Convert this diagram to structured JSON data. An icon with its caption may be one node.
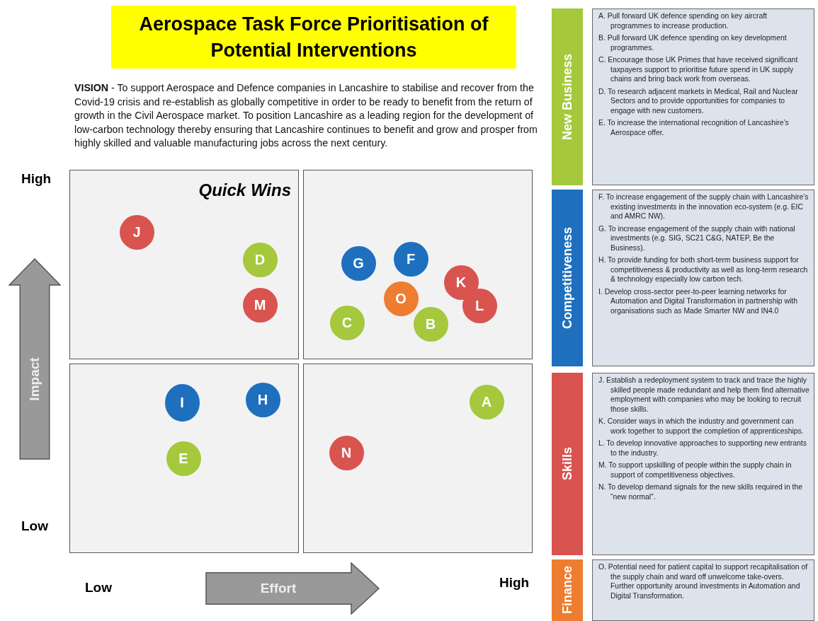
{
  "diagram": {
    "title": "Aerospace Task Force Prioritisation of Potential Interventions",
    "nodes": [
      {
        "text": [
          "Quick Wins"
        ]
      },
      {
        "text": [],
        "shape": "box"
      },
      {
        "text": [],
        "shape": "box"
      },
      {
        "text": [],
        "shape": "box"
      },
      {
        "text": [
          "J"
        ],
        "in": 0
      },
      {
        "text": [
          "D"
        ],
        "in": 0
      },
      {
        "text": [
          "M"
        ],
        "in": 0
      },
      {
        "text": [
          "G"
        ],
        "in": 1
      },
      {
        "text": [
          "F"
        ],
        "in": 1
      },
      {
        "text": [
          "K"
        ],
        "in": 1
      },
      {
        "text": [
          "O"
        ],
        "in": 1
      },
      {
        "text": [
          "L"
        ],
        "in": 1
      },
      {
        "text": [
          "C"
        ],
        "in": 1
      },
      {
        "text": [
          "B"
        ],
        "in": 1
      },
      {
        "text": [
          "I"
        ],
        "in": 2
      },
      {
        "text": [
          "H"
        ],
        "in": 2
      },
      {
        "text": [
          "E"
        ],
        "in": 2
      },
      {
        "text": [
          "A"
        ],
        "in": 3
      },
      {
        "text": [
          "N"
        ],
        "in": 3
      },
      {
        "text": [
          "New Business"
        ]
      },
      {
        "text": [
          "A. Pull forward UK defence spending on key aircraft programmes to increase production.",
          "B. Pull forward UK defence spending on key development programmes.",
          "C. Encourage those UK Primes that have received significant taxpayers support to prioritise future spend in UK supply chains and bring back work from overseas.",
          "D. To research adjacent markets in Medical, Rail and Nuclear Sectors and to provide opportunities for companies to engage with new customers.",
          "E. To increase the international recognition of Lancashire’s Aerospace offer."
        ]
      },
      {
        "text": [
          "Competitiveness"
        ]
      },
      {
        "text": [
          "F. To increase engagement of the supply chain with Lancashire’s existing investments in the innovation eco-system (e.g. EIC and AMRC NW).",
          "G. To increase engagement of the supply chain with national investments (e.g. SIG, SC21 C&G, NATEP, Be the Business).",
          "H. To provide funding for both short-term business support for competitiveness & productivity as well as long-term research & technology especially low carbon tech.",
          "I. Develop cross-sector peer-to-peer learning networks for Automation and Digital Transformation in partnership with organisations such as Made Smarter NW and IN4.0"
        ]
      },
      {
        "text": [
          "Skills"
        ]
      },
      {
        "text": [
          "J. Establish a redeployment system to track and trace the highly skilled people made redundant and help them find alternative employment with companies who may be looking to recruit those skills.",
          "K. Consider ways in which the industry and government can work together to support the completion of apprenticeships.",
          "L. To develop innovative approaches to supporting new entrants to the industry.",
          "M. To support upskilling of people within the supply chain in support of competitiveness objectives.",
          "N. To develop demand signals for the new skills required in the “new normal”."
        ]
      },
      {
        "text": [
          "Finance"
        ]
      },
      {
        "text": [
          "O. Potential need for patient capital to support recapitalisation of the supply chain and ward off unwelcome take-overs. Further opportunity around investments in Automation and Digital Transformation."
        ]
      }
    ],
    "labels": [
      "**VISION** - To support Aerospace and Defence companies in Lancashire to stabilise and recover from the Covid-19 crisis and re-establish as globally competitive in order to be ready to benefit from the return of growth in the Civil Aerospace market. To position Lancashire as a leading region for the development of low-carbon technology thereby ensuring that Lancashire continues to benefit and grow and prosper from highly skilled and valuable manufacturing jobs across the next century.",
      "High",
      "Impact",
      "Low",
      "Low",
      "Effort",
      "High"
    ]
  }
}
